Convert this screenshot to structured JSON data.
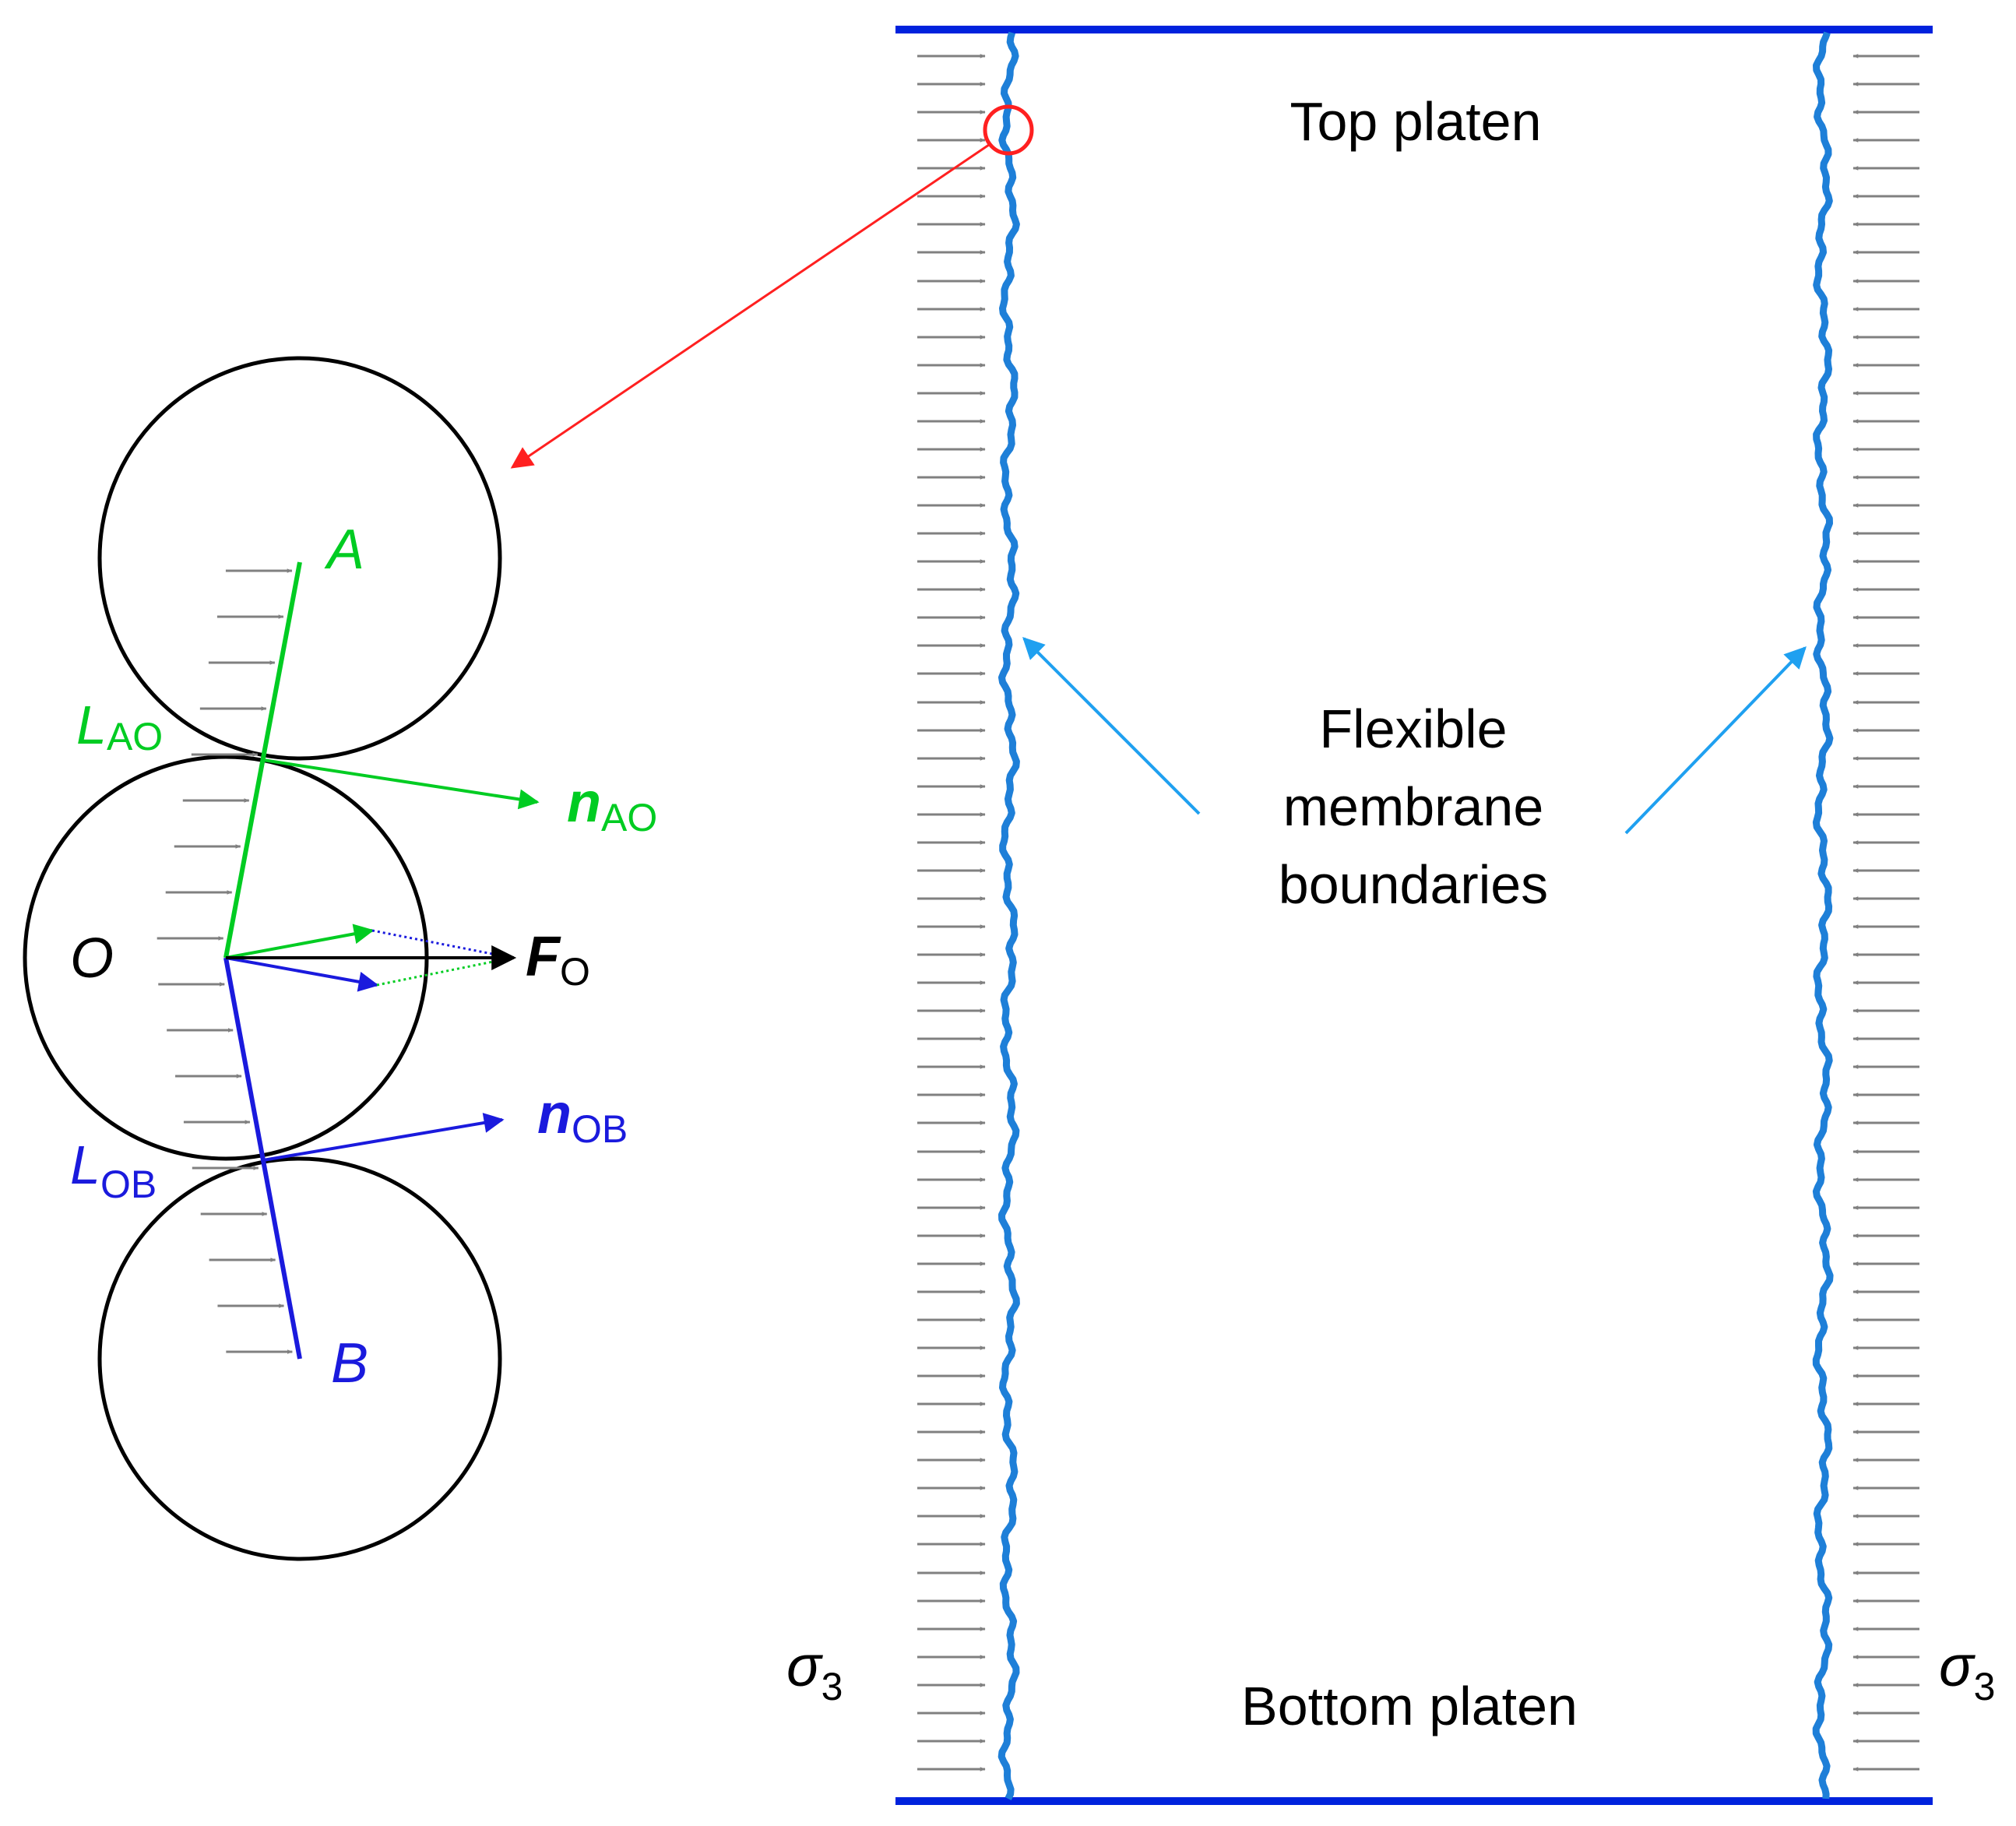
{
  "colors": {
    "particle": "#000000",
    "platen": "#0022dd",
    "membrane": "#1e7fd8",
    "pressure_arrow": "#808080",
    "contact_AO": "#00cc22",
    "contact_OB": "#1a1add",
    "callout": "#ff2020",
    "pointer": "#1fa0f0",
    "resultant": "#000000"
  },
  "labels": {
    "top_platen": "Top platen",
    "bottom_platen": "Bottom platen",
    "membrane_line1": "Flexible",
    "membrane_line2": "membrane",
    "membrane_line3": "boundaries",
    "sigma_left": "σ",
    "sigma_left_sub": "3",
    "sigma_right": "σ",
    "sigma_right_sub": "3"
  },
  "particles": {
    "A": "A",
    "O": "O",
    "B": "B"
  },
  "vectors": {
    "L_AO_main": "L",
    "L_AO_sub": "AO",
    "n_AO_main": "n",
    "n_AO_sub": "AO",
    "L_OB_main": "L",
    "L_OB_sub": "OB",
    "n_OB_main": "n",
    "n_OB_sub": "OB",
    "F_O_main": "F",
    "F_O_sub": "O"
  }
}
